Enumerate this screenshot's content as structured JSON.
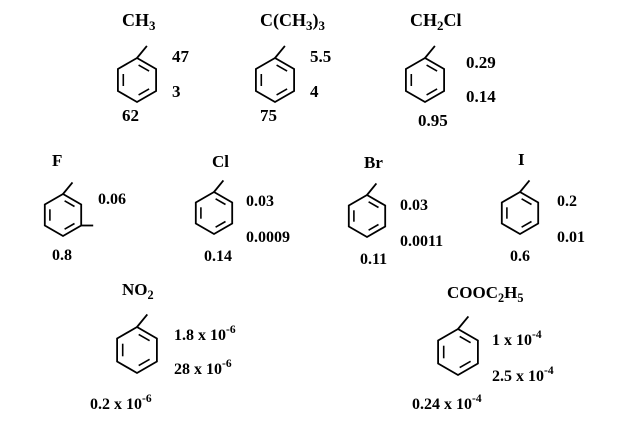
{
  "compounds": [
    {
      "id": "toluene",
      "substituent": [
        "CH",
        {
          "sub": "3"
        }
      ],
      "ortho": "47",
      "meta": "3",
      "para": "62"
    },
    {
      "id": "tert-butylbenzene",
      "substituent": [
        "C(CH",
        {
          "sub": "3"
        },
        ")",
        {
          "sub": "3"
        }
      ],
      "ortho": "5.5",
      "meta": "4",
      "para": "75"
    },
    {
      "id": "benzyl-chloride",
      "substituent": [
        "CH",
        {
          "sub": "2"
        },
        "Cl"
      ],
      "ortho": "0.29",
      "meta": "0.14",
      "para": "0.95"
    },
    {
      "id": "fluorobenzene",
      "substituent": [
        "F"
      ],
      "ortho": "0.06",
      "meta": "",
      "para": "0.8"
    },
    {
      "id": "chlorobenzene",
      "substituent": [
        "Cl"
      ],
      "ortho": "0.03",
      "meta": "0.0009",
      "para": "0.14"
    },
    {
      "id": "bromobenzene",
      "substituent": [
        "Br"
      ],
      "ortho": "0.03",
      "meta": "0.0011",
      "para": "0.11"
    },
    {
      "id": "iodobenzene",
      "substituent": [
        "I"
      ],
      "ortho": "0.2",
      "meta": "0.01",
      "para": "0.6"
    },
    {
      "id": "nitrobenzene",
      "substituent": [
        "NO",
        {
          "sub": "2"
        }
      ],
      "ortho": [
        "1.8  x 10",
        {
          "sup": "-6"
        }
      ],
      "meta": [
        "28 x 10",
        {
          "sup": "-6"
        }
      ],
      "para": [
        "0.2 x 10",
        {
          "sup": "-6"
        }
      ]
    },
    {
      "id": "ethyl-benzoate",
      "substituent": [
        "COOC",
        {
          "sub": "2"
        },
        "H",
        {
          "sub": "5"
        }
      ],
      "ortho": [
        "1 x 10",
        {
          "sup": "-4"
        }
      ],
      "meta": [
        "2.5 x 10",
        {
          "sup": "-4"
        }
      ],
      "para": [
        "0.24 x 10",
        {
          "sup": "-4"
        }
      ]
    }
  ]
}
